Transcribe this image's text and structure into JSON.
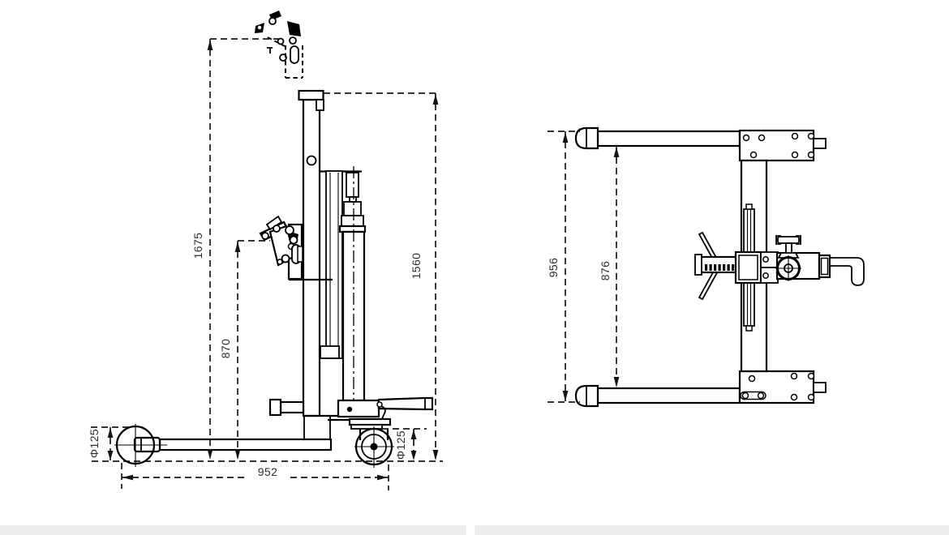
{
  "drawing_title": "drum-lifter-technical-drawing",
  "colors": {
    "background": "#ffffff",
    "line": "#000000",
    "footer_bar": "#ededed"
  },
  "side_view": {
    "dims": {
      "overall_height": {
        "label": "1675"
      },
      "grip_height": {
        "label": "870"
      },
      "mast_height": {
        "label": "1560"
      },
      "rear_wheel_diameter": {
        "label": "Φ125"
      },
      "front_caster_diameter": {
        "label": "Φ125"
      },
      "base_length": {
        "label": "952"
      }
    }
  },
  "top_view": {
    "dims": {
      "overall_depth": {
        "label": "956"
      },
      "inner_leg_depth": {
        "label": "876"
      }
    }
  }
}
